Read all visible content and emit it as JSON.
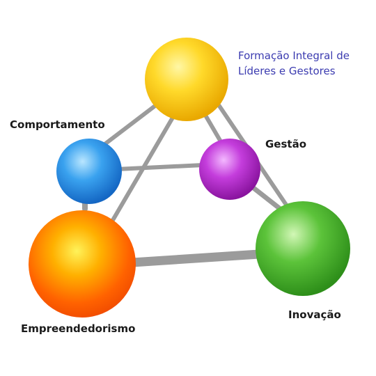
{
  "diagram": {
    "title_lines": [
      "Formação Integral de",
      "Líderes e Gestores"
    ],
    "nodes": {
      "top": {
        "label": "",
        "color": "#f5c400"
      },
      "comportamento": {
        "label": "Comportamento",
        "color": "#2b8fe0"
      },
      "gestao": {
        "label": "Gestão",
        "color": "#b42cc9"
      },
      "empreendedorismo": {
        "label": "Empreendedorismo",
        "color": "#ff6a00"
      },
      "inovacao": {
        "label": "Inovação",
        "color": "#3fae28"
      }
    },
    "colors": {
      "title": "#3b3bb0",
      "rod": "#9b9b9b"
    }
  }
}
